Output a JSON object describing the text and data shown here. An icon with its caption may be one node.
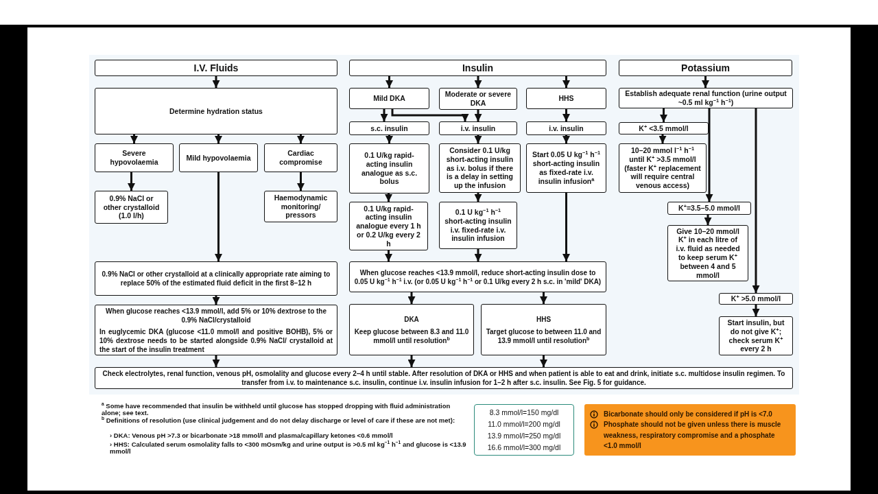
{
  "diagram": {
    "nodes": [
      {
        "text": [
          "I.V. Fluids"
        ]
      },
      {
        "text": [
          "Determine hydration status"
        ]
      },
      {
        "text": [
          "Severe hypovolaemia"
        ]
      },
      {
        "text": [
          "Mild hypovolaemia"
        ]
      },
      {
        "text": [
          "Cardiac compromise"
        ]
      },
      {
        "text": [
          "0.9% NaCl or other crystalloid (1.0 l/h)"
        ]
      },
      {
        "text": [
          "Haemodynamic monitoring/ pressors"
        ]
      },
      {
        "text": [
          "0.9% NaCl or other crystalloid at a clinically appropriate rate aiming to replace 50% of the estimated fluid deficit in the first 8–12 h"
        ]
      },
      {
        "text": [
          "When glucose reaches <13.9 mmol/l, add 5% or 10% dextrose to the 0.9% NaCl/crystalloid",
          "In euglycemic DKA (glucose <11.0 mmol/l and positive BOHB), 5% or 10% dextrose needs to be started alongside 0.9% NaCl/ crystalloid at the start of the insulin treatment"
        ]
      },
      {
        "text": [
          "Insulin"
        ]
      },
      {
        "text": [
          "Mild DKA"
        ]
      },
      {
        "text": [
          "Moderate or severe DKA"
        ]
      },
      {
        "text": [
          "HHS"
        ]
      },
      {
        "text": [
          "s.c. insulin"
        ]
      },
      {
        "text": [
          "i.v. insulin"
        ]
      },
      {
        "text": [
          "i.v. insulin"
        ]
      },
      {
        "text": [
          "0.1 U/kg rapid-acting insulin analogue as s.c. bolus"
        ]
      },
      {
        "text": [
          "Consider 0.1 U/kg short-acting insulin as i.v. bolus if there is a delay in setting up the infusion"
        ]
      },
      {
        "text": [
          "Start 0.05 U kg$^{−1}$ h$^{−1}$ short-acting insulin as fixed-rate i.v. insulin infusion$^{a}$"
        ]
      },
      {
        "text": [
          "0.1 U/kg rapid-acting insulin analogue every 1 h or 0.2 U/kg every 2 h"
        ]
      },
      {
        "text": [
          "0.1 U kg$^{−1}$ h$^{−1}$ short-acting insulin i.v. fixed-rate i.v. insulin infusion"
        ]
      },
      {
        "text": [
          "When glucose reaches <13.9 mmol/l, reduce short-acting insulin dose to 0.05 U kg$^{−1}$ h$^{−1}$ i.v. (or 0.05 U kg$^{−1}$ h$^{−1}$ or 0.1 U/kg every 2 h s.c. in 'mild' DKA)"
        ]
      },
      {
        "text": [
          "DKA",
          "Keep glucose between 8.3 and 11.0 mmol/l until resolution$^{b}$"
        ]
      },
      {
        "text": [
          "HHS",
          "Target glucose to between 11.0 and 13.9 mmol/l until resolution$^{b}$"
        ]
      },
      {
        "text": [
          "Potassium"
        ]
      },
      {
        "text": [
          "Establish adequate renal function (urine output ~0.5 ml kg$^{−1}$ h$^{−1}$)"
        ]
      },
      {
        "text": [
          "K$^{+}$ <3.5 mmol/l"
        ]
      },
      {
        "text": [
          "10–20 mmol l$^{−1}$ h$^{−1}$ until K$^{+}$ >3.5 mmol/l (faster K$^{+}$ replacement will require central venous access)"
        ]
      },
      {
        "text": [
          "K$^{+}$=3.5–5.0 mmol/l"
        ]
      },
      {
        "text": [
          "Give 10–20 mmol/l K$^{+}$ in each litre of i.v. fluid as needed to keep serum K$^{+}$ between 4 and 5 mmol/l"
        ]
      },
      {
        "text": [
          "K$^{+}$ >5.0 mmol/l"
        ]
      },
      {
        "text": [
          "Start insulin, but do not give K$^{+}$; check serum K$^{+}$ every 2 h"
        ]
      },
      {
        "text": [
          "Check electrolytes, renal function, venous pH, osmolality and glucose every 2–4 h until stable. After resolution of DKA or HHS and when patient is able to eat and drink, initiate s.c. multidose insulin regimen. To transfer from i.v. to maintenance s.c. insulin, continue i.v. insulin infusion for 1–2 h after s.c. insulin. See Fig. 5 for guidance."
        ]
      },
      {
        "text": [
          "8.3 mmol/l=150 mg/dl",
          "11.0 mmol/l=200 mg/dl",
          "13.9 mmol/l=250 mg/dl",
          "16.6 mmol/l=300 mg/dl"
        ]
      },
      {
        "text": [
          "Bicarbonate should only be considered if pH is <7.0",
          "Phosphate should not be given unless there is muscle weakness, respiratory compromise and a phosphate <1.0 mmol/l"
        ]
      }
    ],
    "edges": [
      {
        "from": 0,
        "to": 1,
        "arrow": "to"
      },
      {
        "from": 1,
        "to": 2,
        "arrow": "to"
      },
      {
        "from": 1,
        "to": 3,
        "arrow": "to"
      },
      {
        "from": 1,
        "to": 4,
        "arrow": "to"
      },
      {
        "from": 2,
        "to": 5,
        "arrow": "to"
      },
      {
        "from": 4,
        "to": 6,
        "arrow": "to"
      },
      {
        "from": 3,
        "to": 7,
        "arrow": "to"
      },
      {
        "from": 7,
        "to": 8,
        "arrow": "to"
      },
      {
        "from": 8,
        "to": 32,
        "arrow": "to"
      },
      {
        "from": 9,
        "to": 10,
        "arrow": "to"
      },
      {
        "from": 9,
        "to": 11,
        "arrow": "to"
      },
      {
        "from": 9,
        "to": 12,
        "arrow": "to"
      },
      {
        "from": 10,
        "to": 13,
        "arrow": "to"
      },
      {
        "from": 10,
        "to": 14,
        "arrow": "to"
      },
      {
        "from": 11,
        "to": 14,
        "arrow": "to"
      },
      {
        "from": 12,
        "to": 15,
        "arrow": "to"
      },
      {
        "from": 13,
        "to": 16,
        "arrow": "to"
      },
      {
        "from": 14,
        "to": 17,
        "arrow": "to"
      },
      {
        "from": 15,
        "to": 18,
        "arrow": "to"
      },
      {
        "from": 16,
        "to": 19,
        "arrow": "to"
      },
      {
        "from": 17,
        "to": 20,
        "arrow": "to"
      },
      {
        "from": 19,
        "to": 21,
        "arrow": "to"
      },
      {
        "from": 20,
        "to": 21,
        "arrow": "to"
      },
      {
        "from": 18,
        "to": 21,
        "arrow": "to"
      },
      {
        "from": 21,
        "to": 22,
        "arrow": "to"
      },
      {
        "from": 21,
        "to": 23,
        "arrow": "to"
      },
      {
        "from": 22,
        "to": 32,
        "arrow": "to"
      },
      {
        "from": 23,
        "to": 32,
        "arrow": "to"
      },
      {
        "from": 24,
        "to": 25,
        "arrow": "to"
      },
      {
        "from": 25,
        "to": 26,
        "arrow": "to"
      },
      {
        "from": 25,
        "to": 28,
        "arrow": "to"
      },
      {
        "from": 25,
        "to": 30,
        "arrow": "to"
      },
      {
        "from": 26,
        "to": 27,
        "arrow": "to"
      },
      {
        "from": 28,
        "to": 29,
        "arrow": "to"
      },
      {
        "from": 30,
        "to": 31,
        "arrow": "to"
      }
    ],
    "labels": [
      "$^{a}$ Some have recommended that insulin be withheld until glucose has stopped dropping with fluid administration alone; see text.",
      "$^{b}$ Definitions of resolution (use clinical judgement and do not delay discharge or level of care if these are not met):",
      "› DKA: Venous pH >7.3 or bicarbonate >18 mmol/l and plasma/capillary ketones <0.6 mmol/l",
      "› HHS: Calculated serum osmolality falls to <300 mOsm/kg and urine output is >0.5 ml kg$^{−1}$ h$^{−1}$ and glucose is <13.9 mmol/l"
    ]
  }
}
